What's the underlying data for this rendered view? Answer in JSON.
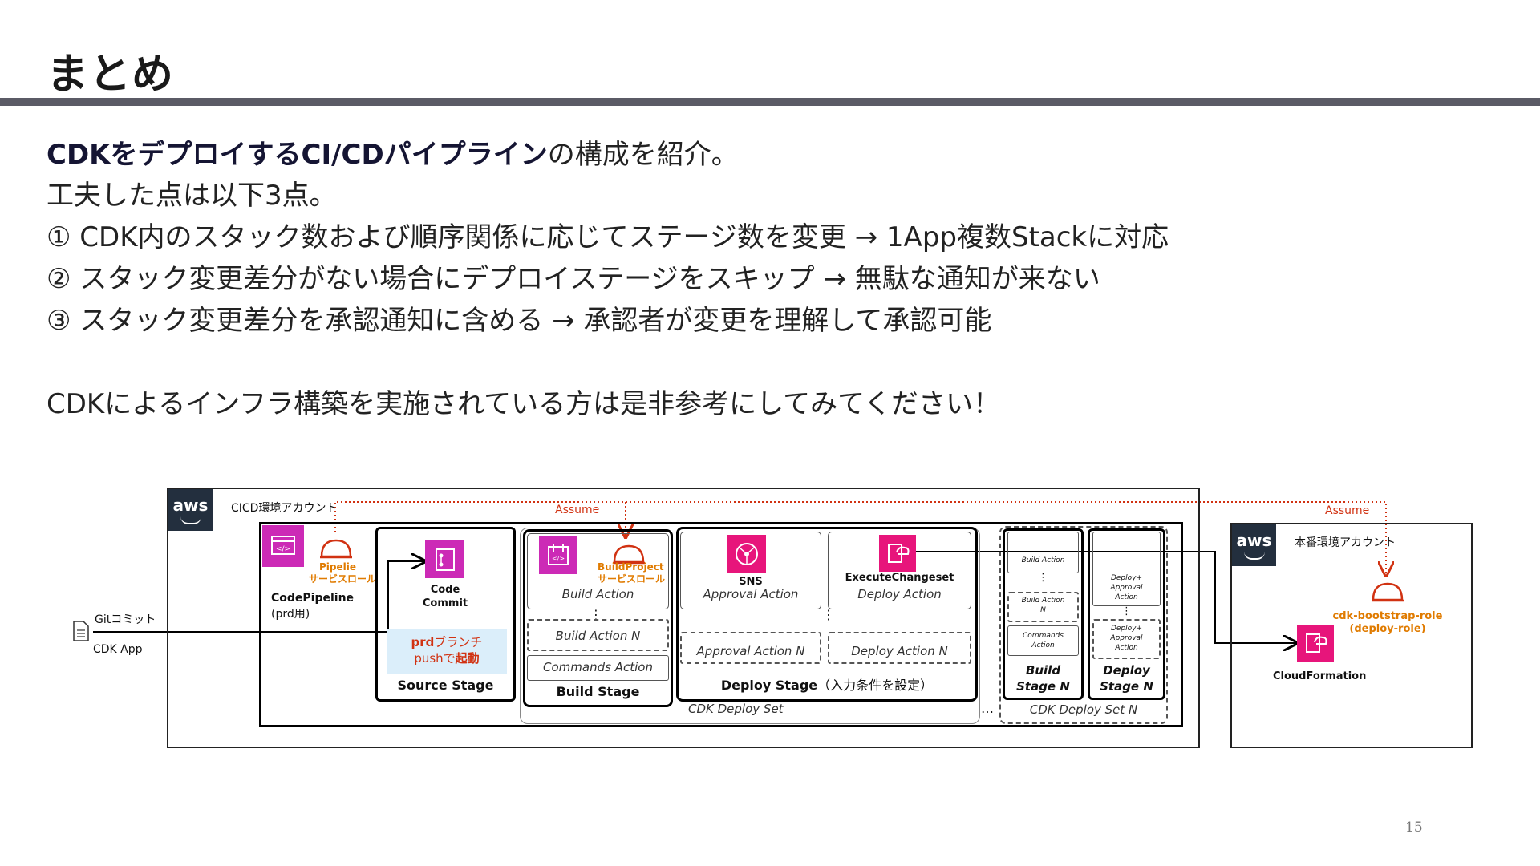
{
  "slide": {
    "title": "まとめ",
    "page_number": "15"
  },
  "body": {
    "line1_bold": "CDKをデプロイするCI/CDパイプライン",
    "line1_rest": "の構成を紹介。",
    "line2": "工夫した点は以下3点。",
    "point1": "①  CDK内のスタック数および順序関係に応じてステージ数を変更   →   1App複数Stackに対応",
    "point2": "②  スタック変更差分がない場合にデプロイステージをスキップ   →   無駄な通知が来ない",
    "point3": "③  スタック変更差分を承認通知に含める   →   承認者が変更を理解して承認可能",
    "closing": "CDKによるインフラ構築を実施されている方は是非参考にしてみてください！"
  },
  "diagram": {
    "aws_logo": "aws",
    "cicd_account_label": "CICD環境アカウント",
    "prod_account_label": "本番環境アカウント",
    "assume_left": "Assume",
    "assume_right": "Assume",
    "git_commit": "Gitコミット",
    "cdk_app": "CDK App",
    "pipeline_role": "Pipelie\nサービスロール",
    "codepipeline_label": "CodePipeline",
    "codepipeline_sub": "(prd用)",
    "code_commit": "Code\nCommit",
    "prd_branch_1_red": "prd",
    "prd_branch_1_rest": "ブランチ",
    "prd_branch_2_black": "pushで",
    "prd_branch_2_red": "起動",
    "source_stage": "Source Stage",
    "buildproject_role": "BuildProject\nサービスロール",
    "build_action": "Build Action",
    "build_action_n": "Build Action N",
    "commands_action": "Commands Action",
    "build_stage": "Build Stage",
    "sns": "SNS",
    "approval_action": "Approval Action",
    "execute_changeset": "ExecuteChangeset",
    "deploy_action": "Deploy Action",
    "approval_action_n": "Approval Action N",
    "deploy_action_n": "Deploy Action N",
    "deploy_stage_bold": "Deploy Stage",
    "deploy_stage_note": "（入力条件を設定）",
    "cdk_deploy_set": "CDK Deploy Set",
    "cdk_deploy_set_n": "CDK Deploy Set N",
    "mini_build_action": "Build Action",
    "mini_build_action_n": "Build Action\nN",
    "mini_commands_action": "Commands\nAction",
    "build_stage_n": "Build\nStage N",
    "mini_deploy_approval": "Deploy+\nApproval\nAction",
    "mini_deploy_approval_2": "Deploy+\nApproval\nAction",
    "deploy_stage_n": "Deploy\nStage N",
    "vdots": "⋮",
    "hdots": "…",
    "bootstrap_role": "cdk-bootstrap-role\n(deploy-role)",
    "cloudformation": "CloudFormation"
  },
  "colors": {
    "accent_red": "#d13212",
    "role_orange": "#e07b00",
    "magenta": "#cc2ab6",
    "pink": "#e7157b",
    "aws_dark": "#232f3e",
    "title_bar": "#5b5b66"
  }
}
